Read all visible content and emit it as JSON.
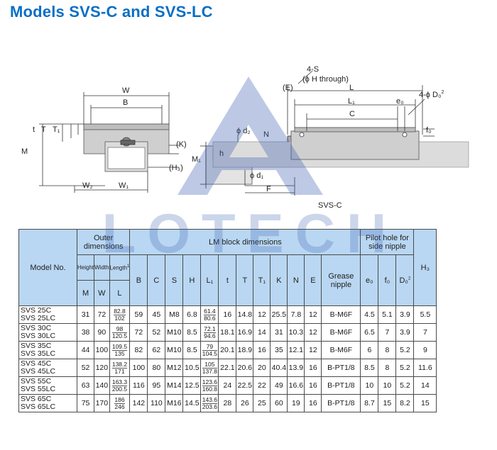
{
  "title": "Models SVS-C and SVS-LC",
  "drawing": {
    "labels": {
      "W": "W",
      "B": "B",
      "t": "t",
      "T": "T",
      "T1": "T₁",
      "M": "M",
      "K": "(K)",
      "H3": "(H₃)",
      "W2": "W₂",
      "W1": "W₁",
      "M1": "M₁",
      "h": "h",
      "d2": "ϕ d₂",
      "d1": "ϕ d₁",
      "N": "N",
      "F": "F",
      "4S": "4-S",
      "H_through": "(ϕ H through)",
      "E": "(E)",
      "L": "L",
      "L1": "L₁",
      "C": "C",
      "e0": "e₀",
      "D0": "4-ϕ D₀",
      "D0sup": "2",
      "f0": "f₀"
    },
    "caption": "SVS-C"
  },
  "watermark": "LOTECH",
  "table": {
    "header": {
      "model_no": "Model No.",
      "outer_dimensions": "Outer dimensions",
      "lm_block_dimensions": "LM block dimensions",
      "pilot_hole": "Pilot hole for side nipple",
      "height": "Height",
      "width": "Width",
      "length": "Length",
      "length_sup": "1",
      "grease_nipple": "Grease nipple",
      "cols": [
        "M",
        "W",
        "L",
        "B",
        "C",
        "S",
        "H",
        "L₁",
        "t",
        "T",
        "T₁",
        "K",
        "N",
        "E"
      ],
      "pilot_cols": [
        "e₀",
        "f₀",
        "D₀"
      ],
      "d0_sup": "2",
      "h3": "H₃"
    },
    "rows": [
      {
        "model": [
          "SVS 25C",
          "SVS 25LC"
        ],
        "M": "31",
        "W": "72",
        "L": [
          "82.8",
          "102"
        ],
        "B": "59",
        "C": "45",
        "S": "M8",
        "H": "6.8",
        "L1": [
          "61.4",
          "80.6"
        ],
        "t": "16",
        "T": "14.8",
        "T1": "12",
        "K": "25.5",
        "N": "7.8",
        "E": "12",
        "nipple": "B-M6F",
        "e0": "4.5",
        "f0": "5.1",
        "D0": "3.9",
        "H3": "5.5"
      },
      {
        "model": [
          "SVS 30C",
          "SVS 30LC"
        ],
        "M": "38",
        "W": "90",
        "L": [
          "98",
          "120.5"
        ],
        "B": "72",
        "C": "52",
        "S": "M10",
        "H": "8.5",
        "L1": [
          "72.1",
          "94.6"
        ],
        "t": "18.1",
        "T": "16.9",
        "T1": "14",
        "K": "31",
        "N": "10.3",
        "E": "12",
        "nipple": "B-M6F",
        "e0": "6.5",
        "f0": "7",
        "D0": "3.9",
        "H3": "7"
      },
      {
        "model": [
          "SVS 35C",
          "SVS 35LC"
        ],
        "M": "44",
        "W": "100",
        "L": [
          "109.5",
          "135"
        ],
        "B": "82",
        "C": "62",
        "S": "M10",
        "H": "8.5",
        "L1": [
          "79",
          "104.5"
        ],
        "t": "20.1",
        "T": "18.9",
        "T1": "16",
        "K": "35",
        "N": "12.1",
        "E": "12",
        "nipple": "B-M6F",
        "e0": "6",
        "f0": "8",
        "D0": "5.2",
        "H3": "9"
      },
      {
        "model": [
          "SVS 45C",
          "SVS 45LC"
        ],
        "M": "52",
        "W": "120",
        "L": [
          "138.2",
          "171"
        ],
        "B": "100",
        "C": "80",
        "S": "M12",
        "H": "10.5",
        "L1": [
          "105",
          "137.8"
        ],
        "t": "22.1",
        "T": "20.6",
        "T1": "20",
        "K": "40.4",
        "N": "13.9",
        "E": "16",
        "nipple": "B-PT1/8",
        "e0": "8.5",
        "f0": "8",
        "D0": "5.2",
        "H3": "11.6"
      },
      {
        "model": [
          "SVS 55C",
          "SVS 55LC"
        ],
        "M": "63",
        "W": "140",
        "L": [
          "163.3",
          "200.5"
        ],
        "B": "116",
        "C": "95",
        "S": "M14",
        "H": "12.5",
        "L1": [
          "123.6",
          "160.8"
        ],
        "t": "24",
        "T": "22.5",
        "T1": "22",
        "K": "49",
        "N": "16.6",
        "E": "16",
        "nipple": "B-PT1/8",
        "e0": "10",
        "f0": "10",
        "D0": "5.2",
        "H3": "14"
      },
      {
        "model": [
          "SVS 65C",
          "SVS 65LC"
        ],
        "M": "75",
        "W": "170",
        "L": [
          "186",
          "246"
        ],
        "B": "142",
        "C": "110",
        "S": "M16",
        "H": "14.5",
        "L1": [
          "143.6",
          "203.6"
        ],
        "t": "28",
        "T": "26",
        "T1": "25",
        "K": "60",
        "N": "19",
        "E": "16",
        "nipple": "B-PT1/8",
        "e0": "8.7",
        "f0": "15",
        "D0": "8.2",
        "H3": "15"
      }
    ]
  }
}
